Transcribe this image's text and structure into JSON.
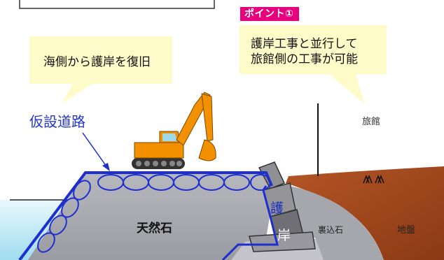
{
  "badge": "ポイント①",
  "callout_right": "護岸工事と並行して\n旅館側の工事が可能",
  "callout_left": "海側から護岸を復旧",
  "road_label": "仮設道路",
  "inn_label": "旅館",
  "revetment_top": "護",
  "revetment_bottom": "岸",
  "stone_label": "天然石",
  "backfill_label": "裏込石",
  "ground_label": "地盤",
  "colors": {
    "badge": "#e6007e",
    "callout": "#fffbc8",
    "road_blue": "#1e2fd0",
    "stone": "#a9a9b0",
    "soil": "#a0461c",
    "excavator": "#f39000",
    "sea": "#bfeaf5"
  }
}
